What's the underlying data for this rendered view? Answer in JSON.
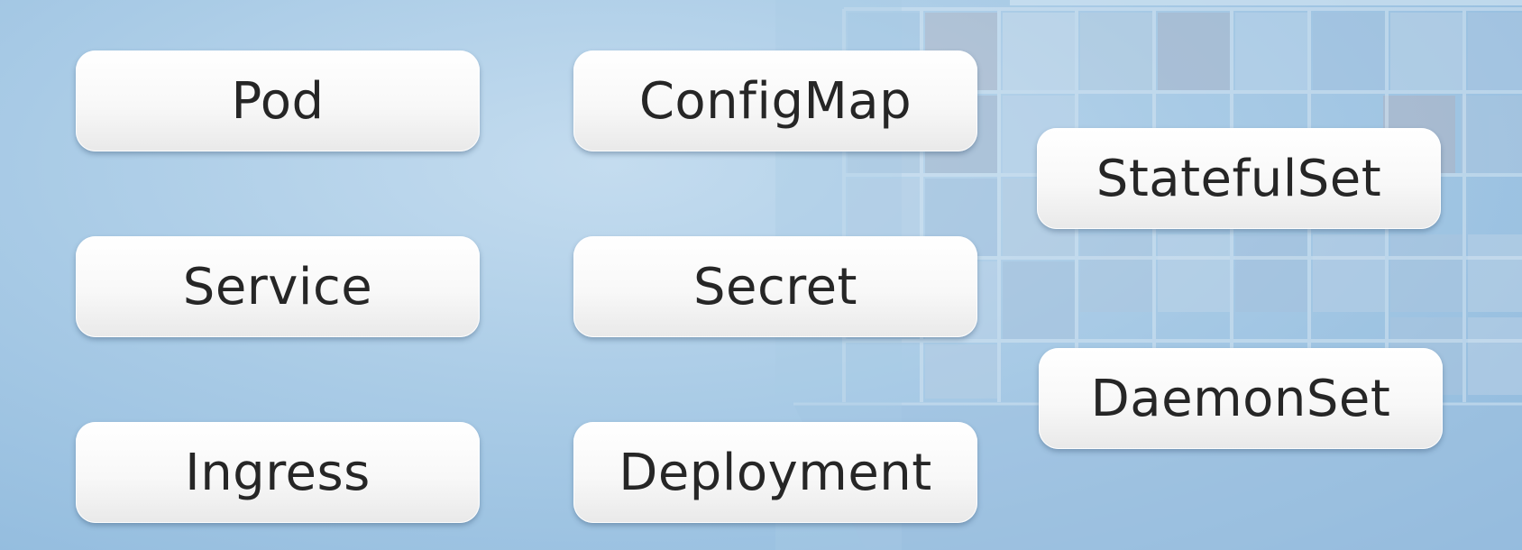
{
  "resources": {
    "pod": "Pod",
    "service": "Service",
    "ingress": "Ingress",
    "configmap": "ConfigMap",
    "secret": "Secret",
    "deployment": "Deployment",
    "statefulset": "StatefulSet",
    "daemonset": "DaemonSet"
  },
  "colors": {
    "background": "#a9cbe6",
    "box_fill": "#ffffff",
    "text": "#262626"
  }
}
